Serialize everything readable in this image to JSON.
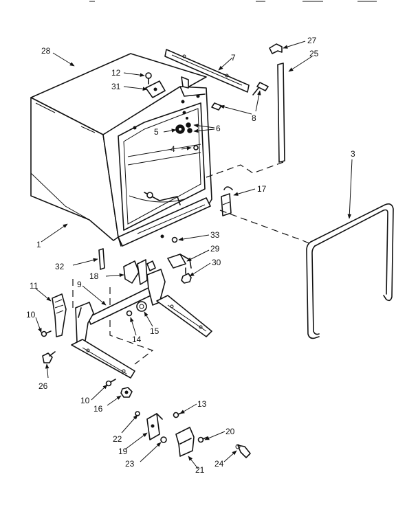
{
  "labels": {
    "p1": "1",
    "p3": "3",
    "p4": "4",
    "p5": "5",
    "p6": "6",
    "p7": "7",
    "p8": "8",
    "p9": "9",
    "p10a": "10",
    "p10b": "10",
    "p11": "11",
    "p12": "12",
    "p13": "13",
    "p14": "14",
    "p15": "15",
    "p16": "16",
    "p17": "17",
    "p18": "18",
    "p19": "19",
    "p20": "20",
    "p21": "21",
    "p22": "22",
    "p23": "23",
    "p24": "24",
    "p25": "25",
    "p26": "26",
    "p27": "27",
    "p28": "28",
    "p29": "29",
    "p30": "30",
    "p31": "31",
    "p32": "32",
    "p33": "33"
  }
}
